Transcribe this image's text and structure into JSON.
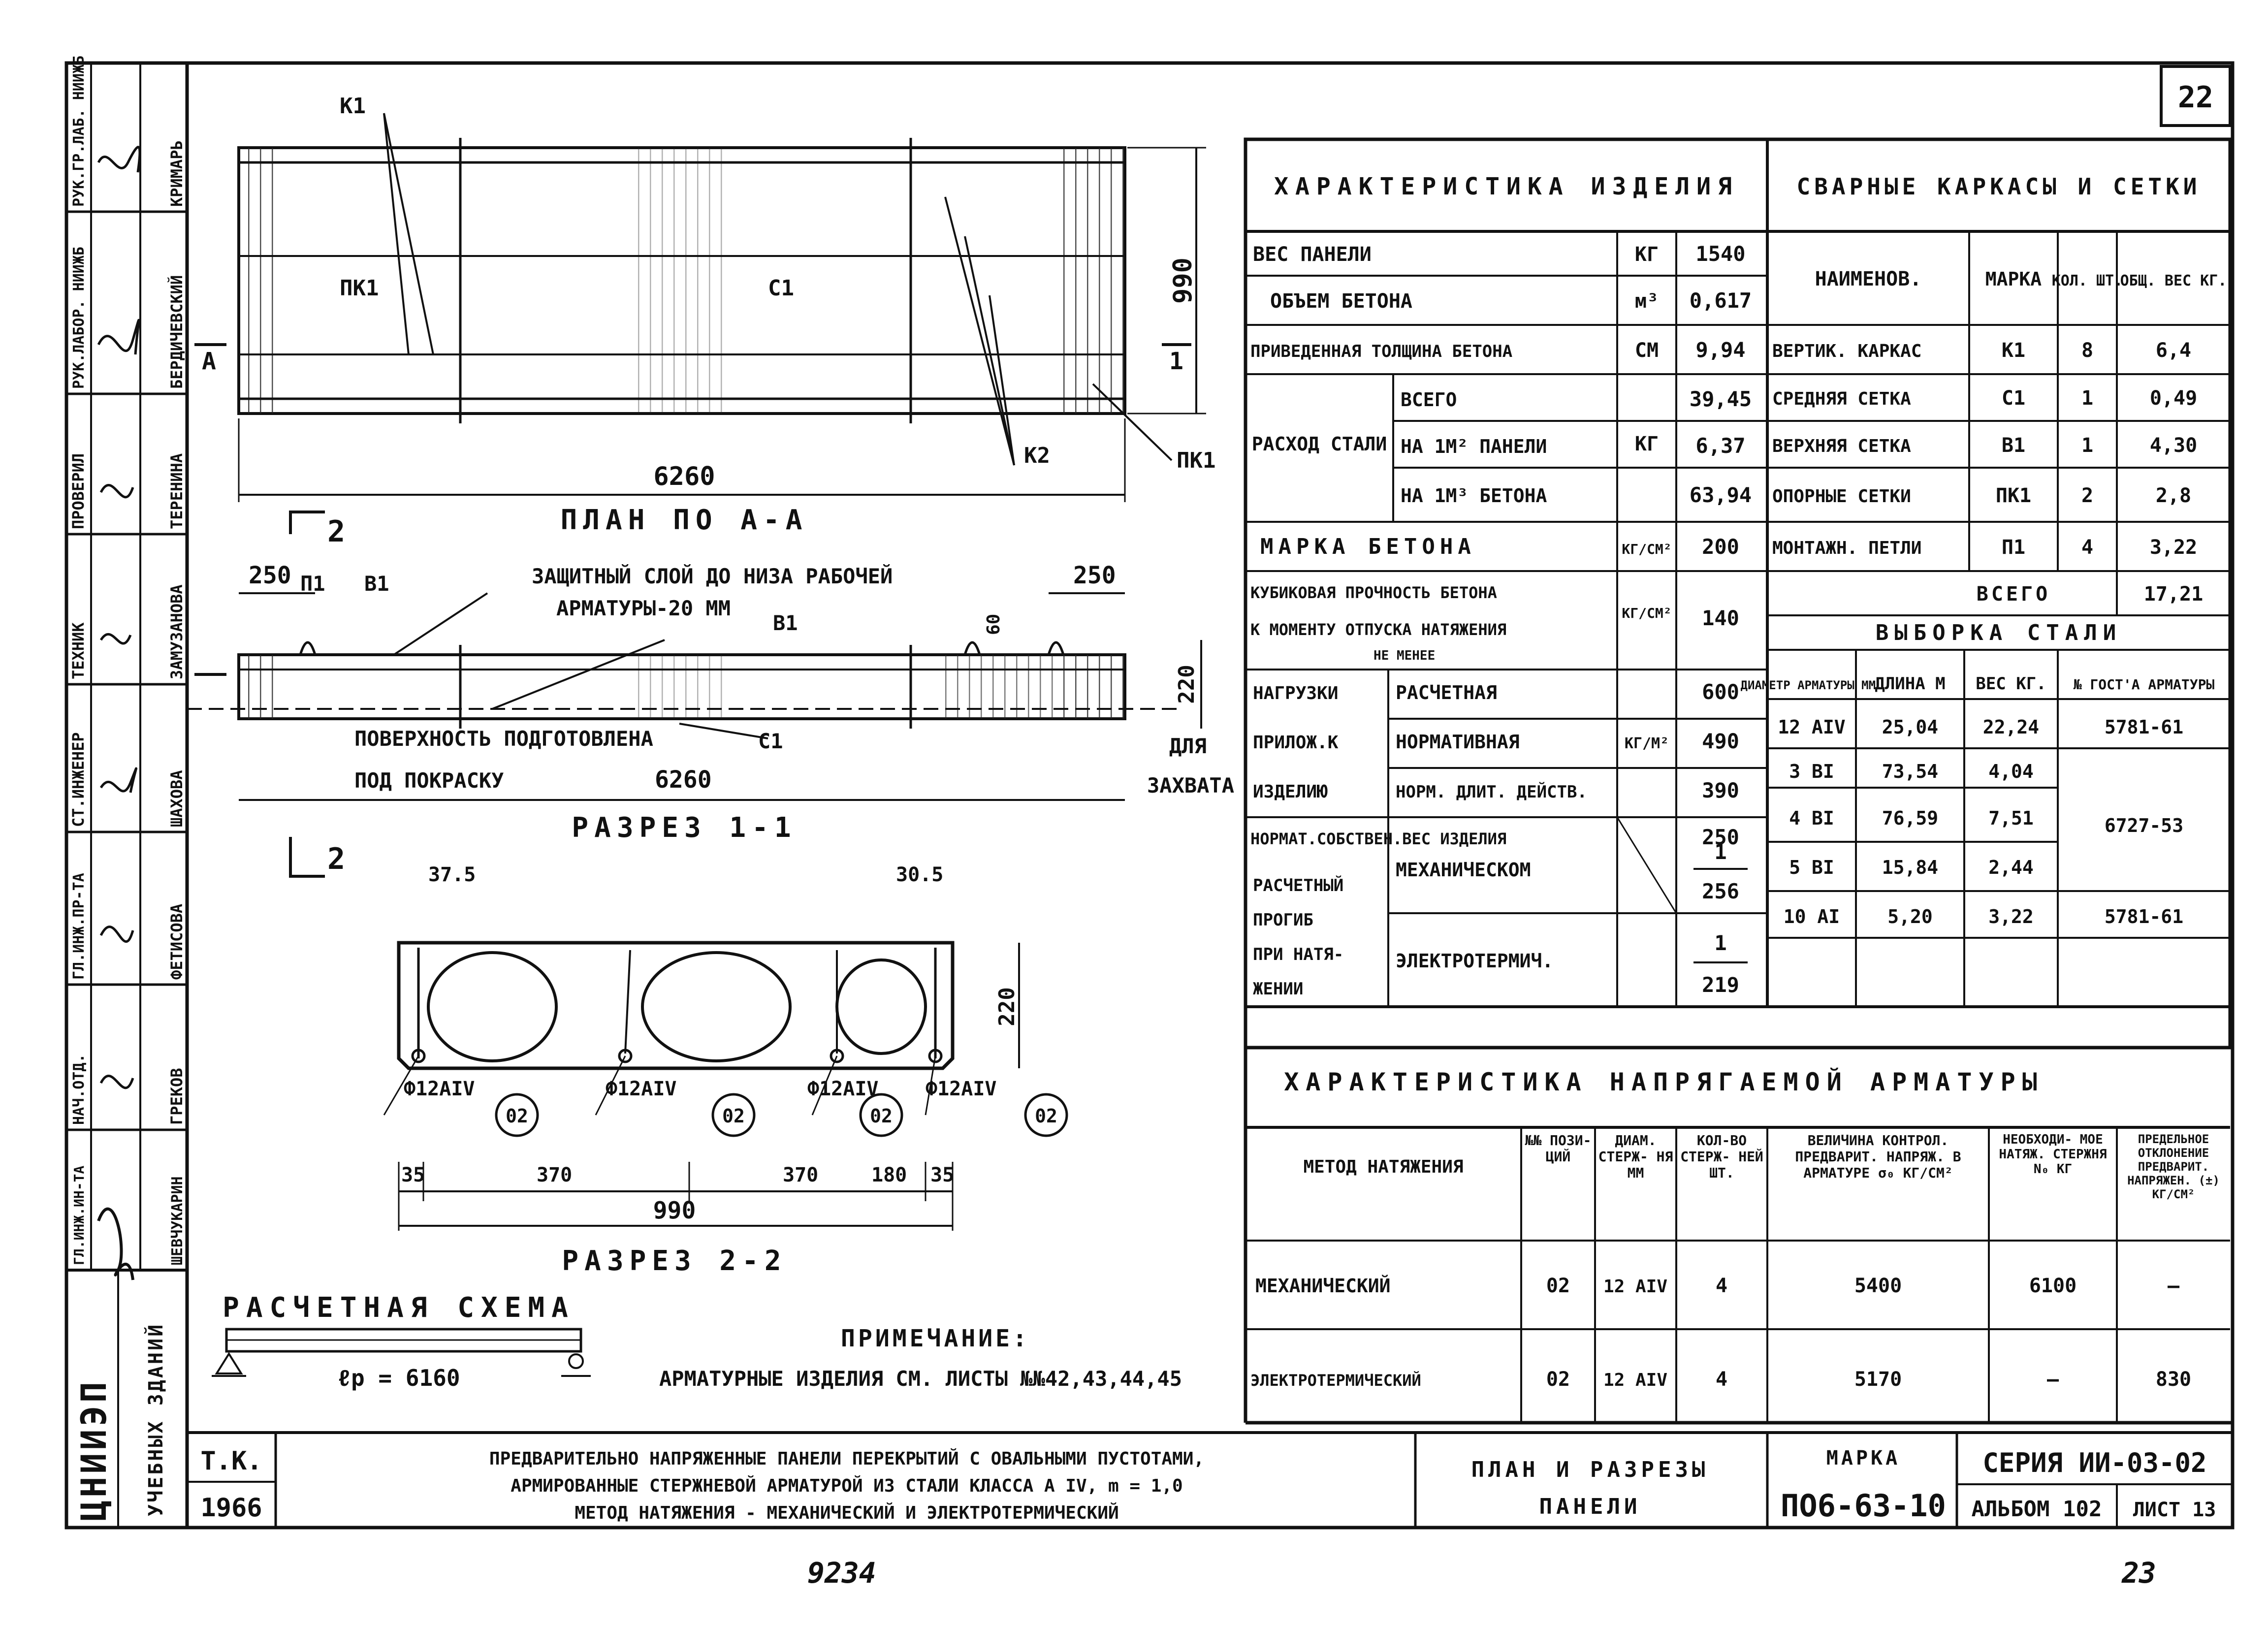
{
  "sheet_number": "22",
  "plan": {
    "title": "ПЛАН ПО А-А",
    "length": "6260",
    "width": "990",
    "labels": {
      "k1": "К1",
      "pk1": "ПК1",
      "s1": "С1",
      "k2": "К2",
      "pk1b": "ПК1"
    },
    "section_mark_a": "А",
    "section_mark_1": "1"
  },
  "section11": {
    "title": "РАЗРЕЗ 1-1",
    "left_offset": "250",
    "right_offset": "250",
    "label_p1": "П1",
    "label_v1": "В1",
    "label_v1b": "В1",
    "note_cover_line1": "ЗАЩИТНЫЙ СЛОЙ ДО НИЗА РАБОЧЕЙ",
    "note_cover_line2": "АРМАТУРЫ-20 ММ",
    "surface_line1": "ПОВЕРХНОСТЬ ПОДГОТОВЛЕНА",
    "surface_line2": "ПОД ПОКРАСКУ",
    "length": "6260",
    "label_s1": "С1",
    "height": "220",
    "loop_dim": "60",
    "grip_line1": "ДЛЯ",
    "grip_line2": "ЗАХВАТА",
    "section_2_top": "2",
    "section_2_bottom": "2"
  },
  "section22": {
    "title": "РАЗРЕЗ 2-2",
    "top_left_dim": "37.5",
    "top_right_dim": "30.5",
    "height": "220",
    "rebar_labels": [
      "Ф12АIV",
      "Ф12АIV",
      "Ф12АIV",
      "Ф12АIV"
    ],
    "position_marks": [
      "02",
      "02",
      "02",
      "02"
    ],
    "dims": [
      "35",
      "370",
      "370",
      "180",
      "35"
    ],
    "total_width": "990"
  },
  "scheme": {
    "title": "РАСЧЕТНАЯ СХЕМА",
    "span": "ℓр = 6160"
  },
  "note": {
    "title": "ПРИМЕЧАНИЕ:",
    "text": "АРМАТУРНЫЕ ИЗДЕЛИЯ СМ. ЛИСТЫ №№42,43,44,45"
  },
  "product_table": {
    "header": "ХАРАКТЕРИСТИКА ИЗДЕЛИЯ",
    "rows": [
      {
        "name": "ВЕС ПАНЕЛИ",
        "unit": "КГ",
        "value": "1540"
      },
      {
        "name": "ОБЪЕМ БЕТОНА",
        "unit": "м³",
        "value": "0,617"
      },
      {
        "name": "ПРИВЕДЕННАЯ ТОЛЩИНА БЕТОНА",
        "unit": "СМ",
        "value": "9,94"
      }
    ],
    "steel_group": "РАСХОД СТАЛИ",
    "steel_unit": "КГ",
    "steel_rows": [
      {
        "name": "ВСЕГО",
        "value": "39,45"
      },
      {
        "name": "НА 1М² ПАНЕЛИ",
        "value": "6,37"
      },
      {
        "name": "НА 1М³ БЕТОНА",
        "value": "63,94"
      }
    ],
    "concrete_grade": {
      "name": "МАРКА БЕТОНА",
      "unit": "КГ/СМ²",
      "value": "200"
    },
    "cube_strength": {
      "line1": "КУБИКОВАЯ ПРОЧНОСТЬ БЕТОНА",
      "line2": "К МОМЕНТУ ОТПУСКА НАТЯЖЕНИЯ",
      "line3": "НЕ МЕНЕЕ",
      "unit": "КГ/СМ²",
      "value": "140"
    },
    "load_group_line1": "НАГРУЗКИ",
    "load_group_line2": "ПРИЛОЖ.К",
    "load_group_line3": "ИЗДЕЛИЮ",
    "load_unit": "КГ/М²",
    "load_rows": [
      {
        "name": "РАСЧЕТНАЯ",
        "value": "600"
      },
      {
        "name": "НОРМАТИВНАЯ",
        "value": "490"
      },
      {
        "name": "НОРМ. ДЛИТ. ДЕЙСТВ.",
        "value": "390"
      }
    ],
    "own_weight": {
      "name": "НОРМАТ.СОБСТВЕН.ВЕС ИЗДЕЛИЯ",
      "value": "250"
    },
    "deflection_line1": "РАСЧЕТНЫЙ",
    "deflection_line2": "ПРОГИБ",
    "deflection_line3": "ПРИ НАТЯ-",
    "deflection_line4": "ЖЕНИИ",
    "deflection_rows": [
      {
        "name": "МЕХАНИЧЕСКОМ",
        "num": "1",
        "den": "256"
      },
      {
        "name": "ЭЛЕКТРОТЕРМИЧ.",
        "num": "1",
        "den": "219"
      }
    ]
  },
  "frames_table": {
    "header": "СВАРНЫЕ КАРКАСЫ И СЕТКИ",
    "columns": [
      "НАИМЕНОВ.",
      "МАРКА",
      "КОЛ. ШТ.",
      "ОБЩ. ВЕС КГ."
    ],
    "rows": [
      [
        "ВЕРТИК. КАРКАС",
        "К1",
        "8",
        "6,4"
      ],
      [
        "СРЕДНЯЯ СЕТКА",
        "С1",
        "1",
        "0,49"
      ],
      [
        "ВЕРХНЯЯ СЕТКА",
        "В1",
        "1",
        "4,30"
      ],
      [
        "ОПОРНЫЕ СЕТКИ",
        "ПК1",
        "2",
        "2,8"
      ],
      [
        "МОНТАЖН. ПЕТЛИ",
        "П1",
        "4",
        "3,22"
      ]
    ],
    "total_label": "ВСЕГО",
    "total_value": "17,21"
  },
  "steel_table": {
    "header": "ВЫБОРКА СТАЛИ",
    "columns": [
      "ДИАМЕТР АРМАТУРЫ ММ.",
      "ДЛИНА М",
      "ВЕС КГ.",
      "№ ГОСТ'А АРМАТУРЫ"
    ],
    "rows": [
      [
        "12 АIV",
        "25,04",
        "22,24",
        "5781-61"
      ],
      [
        "3 ВI",
        "73,54",
        "4,04",
        ""
      ],
      [
        "4 ВI",
        "76,59",
        "7,51",
        "6727-53"
      ],
      [
        "5 ВI",
        "15,84",
        "2,44",
        ""
      ],
      [
        "10 АI",
        "5,20",
        "3,22",
        "5781-61"
      ]
    ]
  },
  "tension_table": {
    "header": "ХАРАКТЕРИСТИКА НАПРЯГАЕМОЙ АРМАТУРЫ",
    "columns": [
      "МЕТОД НАТЯЖЕНИЯ",
      "№№ ПОЗИ- ЦИЙ",
      "ДИАМ. СТЕРЖ- НЯ ММ",
      "КОЛ-ВО СТЕРЖ- НЕЙ ШТ.",
      "ВЕЛИЧИНА КОНТРОЛ. ПРЕДВАРИТ. НАПРЯЖ. В АРМАТУРЕ σ₀ КГ/СМ²",
      "НЕОБХОДИ- МОЕ НАТЯЖ. СТЕРЖНЯ N₀ КГ",
      "ПРЕДЕЛЬНОЕ ОТКЛОНЕНИЕ ПРЕДВАРИТ. НАПРЯЖЕН. (±) КГ/СМ²"
    ],
    "rows": [
      [
        "МЕХАНИЧЕСКИЙ",
        "02",
        "12 АIV",
        "4",
        "5400",
        "6100",
        "—"
      ],
      [
        "ЭЛЕКТРОТЕРМИЧЕСКИЙ",
        "02",
        "12 АIV",
        "4",
        "5170",
        "—",
        "830"
      ]
    ]
  },
  "stamp_column": [
    {
      "role": "РУК.ГР.ЛАБ. НИИЖБ",
      "name": "КРИМАРЬ"
    },
    {
      "role": "РУК.ЛАБОР. НИИЖБ",
      "name": "БЕРДИЧЕВСКИЙ"
    },
    {
      "role": "ПРОВЕРИЛ",
      "name": "ТЕРЕНИНА"
    },
    {
      "role": "ТЕХНИК",
      "name": "ЗАМУЗАНОВА"
    },
    {
      "role": "СТ.ИНЖЕНЕР",
      "name": "ШАХОВА"
    },
    {
      "role": "ГЛ.ИНЖ.ПР-ТА",
      "name": "ФЕТИСОВА"
    },
    {
      "role": "НАЧ.ОТД.",
      "name": "ГРЕКОВ"
    },
    {
      "role": "ГЛ.ИНЖ.ИН-ТА",
      "name": "ШЕВЧУКАРИН"
    }
  ],
  "org": {
    "name": "ЦНИИЭП",
    "subtitle": "УЧЕБНЫХ ЗДАНИЙ"
  },
  "title_block": {
    "tk": "Т.К.",
    "year": "1966",
    "description_line1": "ПРЕДВАРИТЕЛЬНО НАПРЯЖЕННЫЕ ПАНЕЛИ ПЕРЕКРЫТИЙ С ОВАЛЬНЫМИ ПУСТОТАМИ,",
    "description_line2": "АРМИРОВАННЫЕ СТЕРЖНЕВОЙ АРМАТУРОЙ ИЗ СТАЛИ КЛАССА А IV, m = 1,0",
    "description_line3": "МЕТОД НАТЯЖЕНИЯ - МЕХАНИЧЕСКИЙ И ЭЛЕКТРОТЕРМИЧЕСКИЙ",
    "sheet_title_line1": "ПЛАН И РАЗРЕЗЫ",
    "sheet_title_line2": "ПАНЕЛИ",
    "mark_label": "МАРКА",
    "mark_value": "ПО6-63-10",
    "series": "СЕРИЯ ИИ-03-02",
    "album": "АЛЬБОМ 102",
    "sheet": "ЛИСТ 13"
  },
  "footer": {
    "left": "9234",
    "right": "23"
  }
}
